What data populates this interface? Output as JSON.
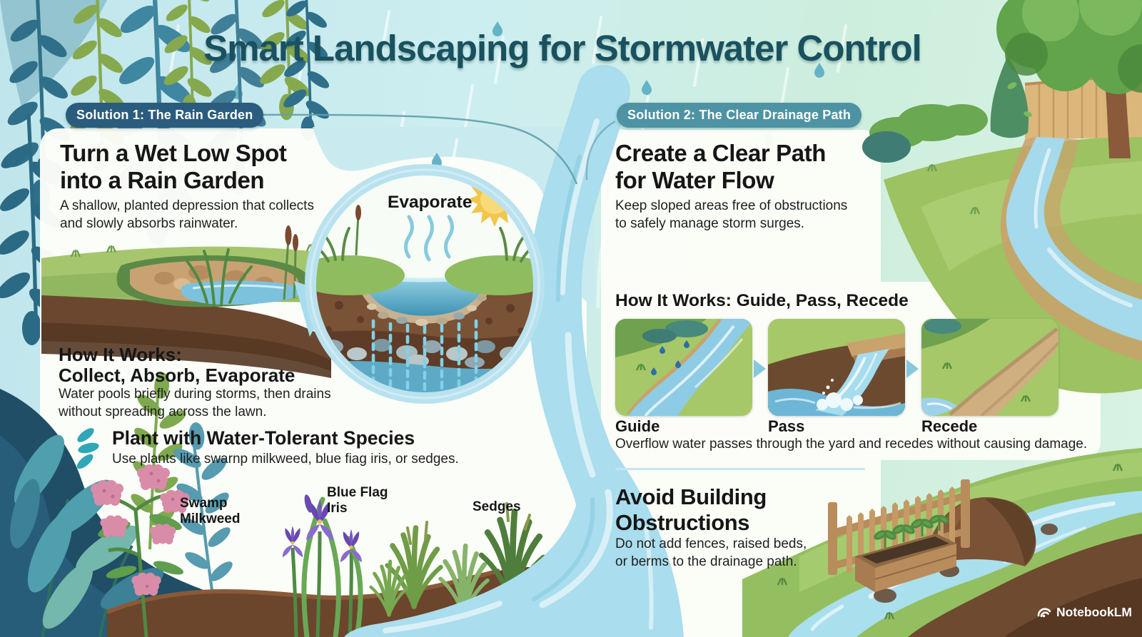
{
  "title": "Smart Landscaping for Stormwater Control",
  "rain_garden": {
    "badge": "Solution 1: The Rain Garden",
    "heading_line1": "Turn a Wet Low Spot",
    "heading_line2": "into a Rain Garden",
    "description_line1": "A shallow, planted depression that collects",
    "description_line2": "and slowly absorbs rainwater.",
    "inset_label": "Evaporate",
    "how_heading_line1": "How It Works:",
    "how_heading_line2": "Collect, Absorb, Evaporate",
    "how_desc_line1": "Water pools briefly during storms, then drains",
    "how_desc_line2": "without spreading across the lawn.",
    "plants_heading": "Plant with Water-Tolerant Species",
    "plants_desc": "Use plants like swarnp milkweed, blue fiag iris, or sedges.",
    "plants": [
      {
        "line1": "Swamp",
        "line2": "Milkweed"
      },
      {
        "line1": "Blue Flag",
        "line2": "Iris"
      },
      {
        "line1": "Sedges"
      }
    ]
  },
  "drainage_path": {
    "badge": "Solution 2: The Clear Drainage Path",
    "heading_line1": "Create a Clear Path",
    "heading_line2": "for Water Flow",
    "description_line1": "Keep sloped areas free of obstructions",
    "description_line2": "to safely manage storm surges.",
    "how_heading": "How It Works: Guide, Pass, Recede",
    "steps": [
      {
        "label": "Guide"
      },
      {
        "label": "Pass"
      },
      {
        "label": "Recede"
      }
    ],
    "steps_caption": "Overflow water passes through the yard and recedes without causing damage.",
    "avoid_heading_line1": "Avoid Building",
    "avoid_heading_line2": "Obstructions",
    "avoid_desc_line1": "Do not add fences, raised beds,",
    "avoid_desc_line2": "or berms to the drainage path."
  },
  "watermark": {
    "brand": "NotebookLM"
  },
  "colors": {
    "title_text": "#19515f",
    "badge_solution1_bg": "#2b5c7d",
    "badge_solution2_bg": "#4e93a4",
    "body_text": "#1d1d1d",
    "stream_blue": "#aadded",
    "panel_bg": "#fcfdf8",
    "lawn_green": "#9cc262",
    "soil_brown": "#6b4730",
    "sun_yellow": "#f2c54b",
    "divider_blue": "#c5e6ef",
    "milkweed_pink": "#d98ca8",
    "iris_purple": "#7857c4"
  }
}
